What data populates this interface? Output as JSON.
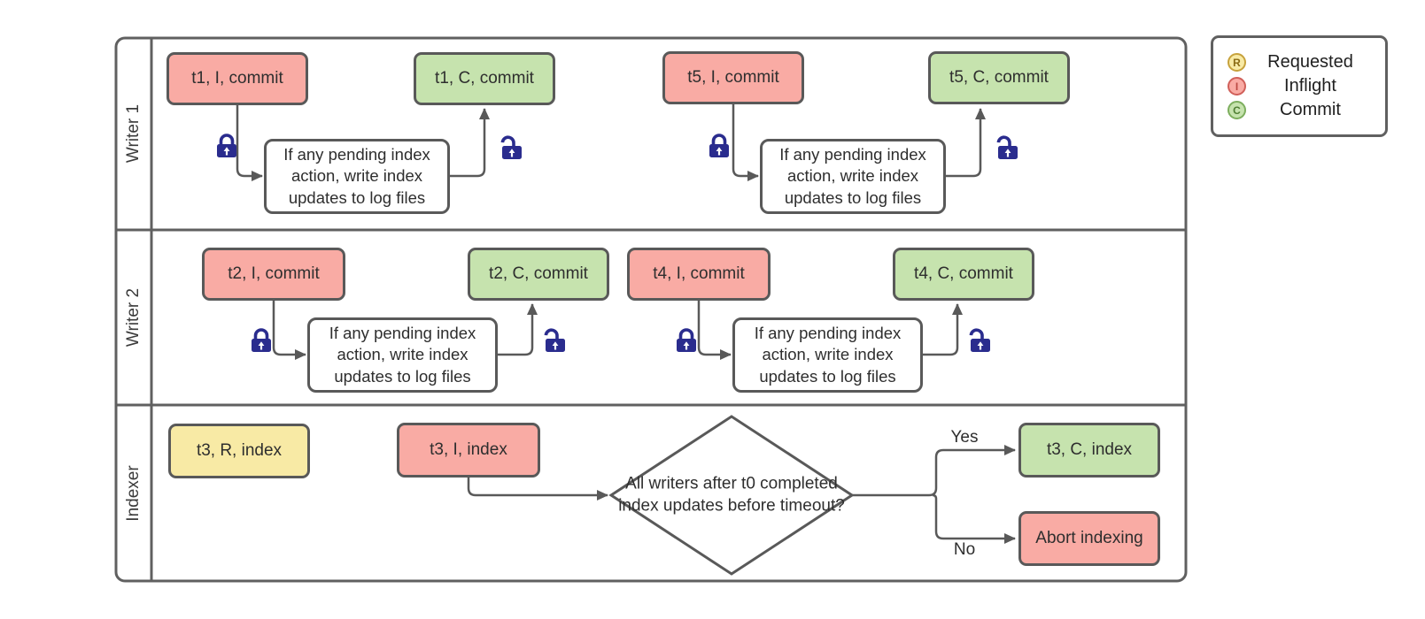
{
  "diagram": {
    "lanes": [
      {
        "label": "Writer 1"
      },
      {
        "label": "Writer 2"
      },
      {
        "label": "Indexer"
      }
    ],
    "nodes": {
      "t1_inflight": "t1, I, commit",
      "t1_commit": "t1, C, commit",
      "t5_inflight": "t5, I, commit",
      "t5_commit": "t5, C, commit",
      "t2_inflight": "t2, I, commit",
      "t2_commit": "t2, C, commit",
      "t4_inflight": "t4, I, commit",
      "t4_commit": "t4, C, commit",
      "t3_requested": "t3, R, index",
      "t3_inflight": "t3, I, index",
      "t3_commit": "t3, C, index",
      "abort": "Abort indexing"
    },
    "process_text": "If any pending index action, write index updates to log files",
    "decision": {
      "text": "All writers after t0 completed index updates before timeout?",
      "yes_label": "Yes",
      "no_label": "No"
    }
  },
  "legend": {
    "items": [
      {
        "symbol": "R",
        "label": "Requested",
        "fill": "#f8eaa5",
        "stroke": "#c7a23c"
      },
      {
        "symbol": "I",
        "label": "Inflight",
        "fill": "#f9aba4",
        "stroke": "#d0605a"
      },
      {
        "symbol": "C",
        "label": "Commit",
        "fill": "#c6e3ae",
        "stroke": "#7dae5e"
      }
    ]
  },
  "colors": {
    "inflight_fill": "#f9aba4",
    "commit_fill": "#c6e3ae",
    "requested_fill": "#f8eaa5",
    "shape_stroke": "#595959",
    "lock_icon": "#2a2c8e"
  }
}
